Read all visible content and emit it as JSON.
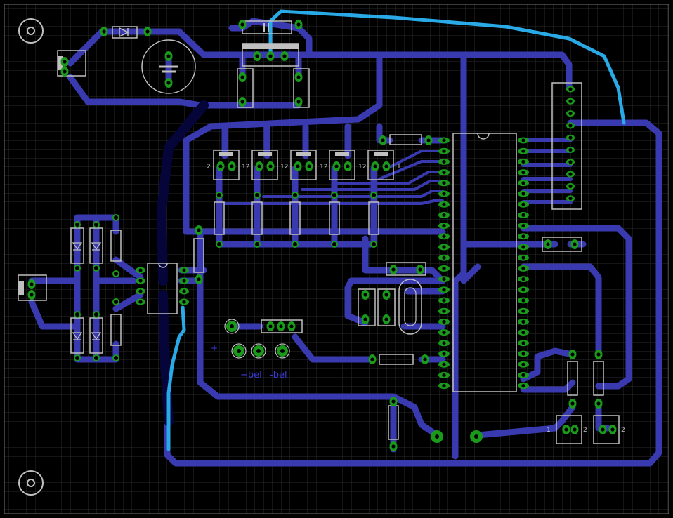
{
  "board": {
    "background": "#000000",
    "grid_color": "#2a2a2a",
    "colors": {
      "trace": "#3a3ab0",
      "top_wire": "#29a9e6",
      "pad": "#1a9a1a",
      "outline": "#c0c0c0",
      "label": "#3a3ad8"
    }
  },
  "labels": {
    "batt_pos": "+bel",
    "batt_neg": "-bel",
    "plus_sign": "+",
    "minus_sign": "-"
  },
  "pin_labels": {
    "two": "2",
    "twelve": "12",
    "one": "1"
  }
}
